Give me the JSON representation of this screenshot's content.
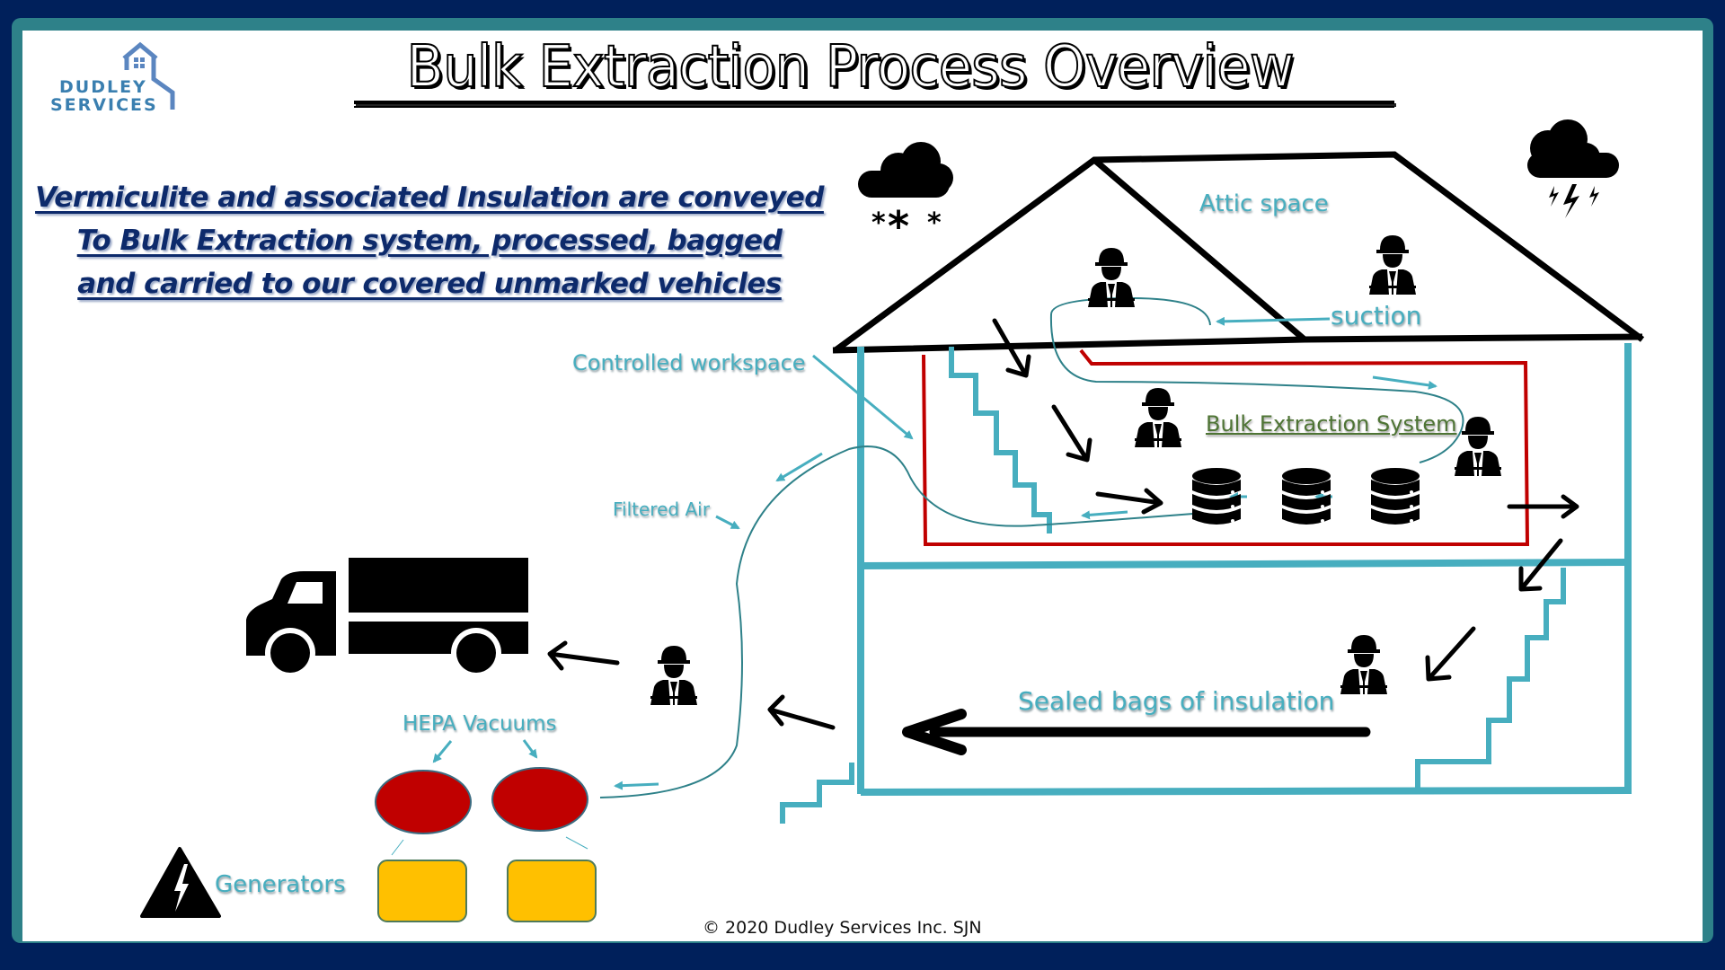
{
  "logo": {
    "line1": "DUDLEY",
    "line2": "SERVICES",
    "icon": "house-icon"
  },
  "title": "Bulk Extraction Process Overview",
  "intro_lines": [
    "Vermiculite and associated Insulation are conveyed",
    "To Bulk Extraction system, processed, bagged",
    "and carried to our covered unmarked vehicles"
  ],
  "labels": {
    "attic_space": "Attic space",
    "suction": "suction",
    "controlled_workspace": "Controlled workspace",
    "filtered_air": "Filtered Air",
    "bulk_extraction_system": "Bulk Extraction System",
    "sealed_bags": "Sealed bags of insulation",
    "hepa_vacuums": "HEPA Vacuums",
    "generators": "Generators"
  },
  "weather_icons": [
    "snow-cloud-icon",
    "storm-cloud-icon"
  ],
  "icons": {
    "worker": "worker-hardhat-icon",
    "truck": "truck-icon",
    "bulk_unit": "database-cylinder-icon",
    "hazard": "electric-hazard-icon"
  },
  "colors": {
    "background": "#00205b",
    "frame": "#2e8189",
    "house_walls": "#47aebf",
    "containment": "#c00000",
    "hepa_vacuum": "#c00000",
    "generator": "#ffc000",
    "label_teal": "#47aebf",
    "label_green": "#4e7434",
    "intro_text": "#0d2a6b"
  },
  "copyright": "© 2020 Dudley Services Inc. SJN"
}
